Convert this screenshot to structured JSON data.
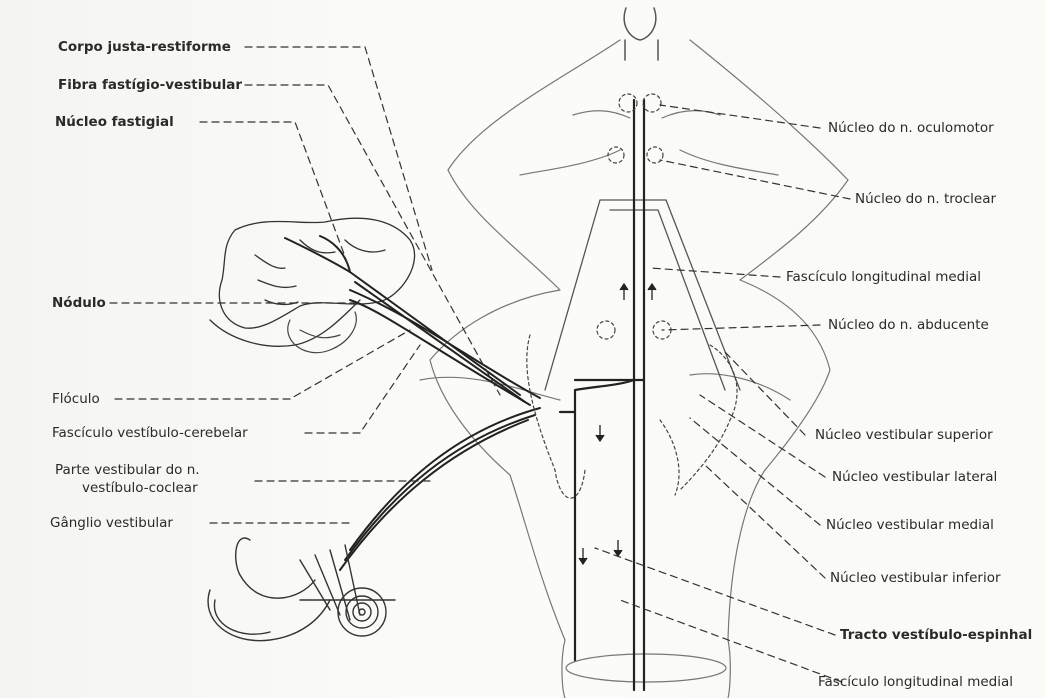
{
  "labels_left": {
    "corpo_justa": "Corpo justa-restiforme",
    "fibra_fastigio": "Fibra fastígio-vestibular",
    "nucleo_fastigial": "Núcleo fastigial",
    "nodulo": "Nódulo",
    "floculo": "Flóculo",
    "fasciculo_vc": "Fascículo vestíbulo-cerebelar",
    "parte_vestibular_1": "Parte vestibular do n.",
    "parte_vestibular_2": "vestíbulo-coclear",
    "ganglio": "Gânglio vestibular"
  },
  "labels_right": {
    "oculomotor": "Núcleo do n. oculomotor",
    "troclear": "Núcleo do n. troclear",
    "flm_top": "Fascículo longitudinal medial",
    "abducente": "Núcleo do n. abducente",
    "vest_superior": "Núcleo vestibular superior",
    "vest_lateral": "Núcleo vestibular lateral",
    "vest_medial": "Núcleo vestibular medial",
    "vest_inferior": "Núcleo vestibular inferior",
    "tracto": "Tracto vestíbulo-espinhal",
    "flm_bottom": "Fascículo longitudinal medial"
  },
  "colors": {
    "ink": "#2a2a2a",
    "faint": "#6a6a6a",
    "paper": "#fbfbf8"
  }
}
